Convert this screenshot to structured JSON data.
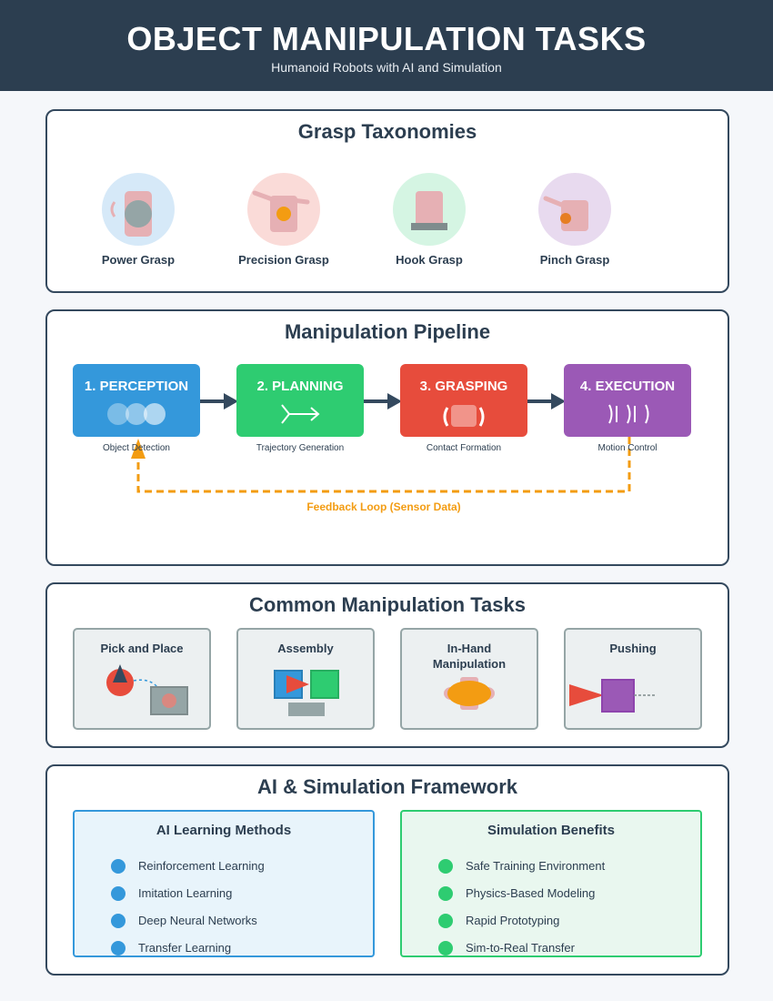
{
  "header": {
    "title": "OBJECT MANIPULATION TASKS",
    "subtitle": "Humanoid Robots with AI and Simulation"
  },
  "grasp": {
    "title": "Grasp Taxonomies",
    "items": [
      {
        "label": "Power Grasp",
        "bg": "#d6e9f8"
      },
      {
        "label": "Precision Grasp",
        "bg": "#fadbd8"
      },
      {
        "label": "Hook Grasp",
        "bg": "#d5f5e3"
      },
      {
        "label": "Pinch Grasp",
        "bg": "#e8daef"
      }
    ]
  },
  "pipeline": {
    "title": "Manipulation Pipeline",
    "stages": [
      {
        "label": "1. PERCEPTION",
        "caption": "Object Detection",
        "color": "#3498db"
      },
      {
        "label": "2. PLANNING",
        "caption": "Trajectory Generation",
        "color": "#2ecc71"
      },
      {
        "label": "3. GRASPING",
        "caption": "Contact Formation",
        "color": "#e74c3c"
      },
      {
        "label": "4. EXECUTION",
        "caption": "Motion Control",
        "color": "#9b59b6"
      }
    ],
    "feedback": "Feedback Loop (Sensor Data)",
    "feedback_color": "#f39c12"
  },
  "tasks": {
    "title": "Common Manipulation Tasks",
    "items": [
      {
        "label": "Pick and Place"
      },
      {
        "label": "Assembly"
      },
      {
        "label": "In-Hand Manipulation"
      },
      {
        "label": "Pushing"
      }
    ]
  },
  "framework": {
    "title": "AI & Simulation Framework",
    "ai": {
      "title": "AI Learning Methods",
      "color": "#3498db",
      "items": [
        "Reinforcement Learning",
        "Imitation Learning",
        "Deep Neural Networks",
        "Transfer Learning"
      ]
    },
    "sim": {
      "title": "Simulation Benefits",
      "color": "#2ecc71",
      "items": [
        "Safe Training Environment",
        "Physics-Based Modeling",
        "Rapid Prototyping",
        "Sim-to-Real Transfer"
      ]
    }
  }
}
